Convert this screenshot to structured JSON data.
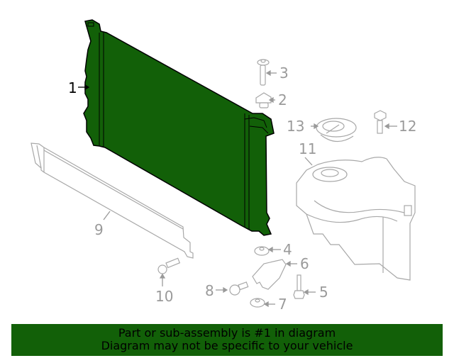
{
  "diagram": {
    "highlight_color": "#126008",
    "line_color": "#9a9a9a",
    "highlighted_part": "1",
    "parts": [
      {
        "number": "1",
        "name": "radiator",
        "highlighted": true
      },
      {
        "number": "2",
        "name": "cap-grommet",
        "highlighted": false
      },
      {
        "number": "3",
        "name": "pin",
        "highlighted": false
      },
      {
        "number": "4",
        "name": "upper-insulator",
        "highlighted": false
      },
      {
        "number": "5",
        "name": "bolt",
        "highlighted": false
      },
      {
        "number": "6",
        "name": "bracket",
        "highlighted": false
      },
      {
        "number": "7",
        "name": "lower-insulator",
        "highlighted": false
      },
      {
        "number": "8",
        "name": "bolt",
        "highlighted": false
      },
      {
        "number": "9",
        "name": "air-deflector",
        "highlighted": false
      },
      {
        "number": "10",
        "name": "bolt",
        "highlighted": false
      },
      {
        "number": "11",
        "name": "coolant-reservoir",
        "highlighted": false
      },
      {
        "number": "12",
        "name": "bolt",
        "highlighted": false
      },
      {
        "number": "13",
        "name": "reservoir-cap",
        "highlighted": false
      }
    ]
  },
  "banner": {
    "line1": "Part or sub-assembly is #1 in diagram",
    "line2": "Diagram may not be specific to your vehicle",
    "background": "#126008"
  }
}
